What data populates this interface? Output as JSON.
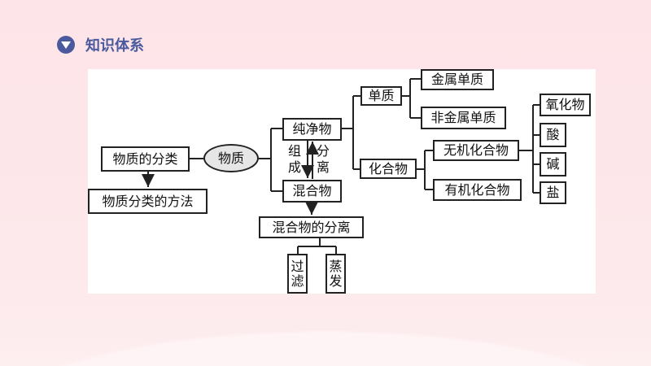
{
  "header": {
    "title": "知识体系",
    "icon": "triangle-down-circle-icon"
  },
  "diagram": {
    "classification": "物质的分类",
    "method": "物质分类的方法",
    "matter": "物质",
    "pure": "纯净物",
    "mixture": "混合物",
    "compose": [
      "组",
      "成"
    ],
    "separate": [
      "分",
      "离"
    ],
    "mixture_separation": "混合物的分离",
    "filtration": [
      "过",
      "滤"
    ],
    "evaporation": [
      "蒸",
      "发"
    ],
    "element": "单质",
    "metal_element": "金属单质",
    "nonmetal_element": "非金属单质",
    "compound": "化合物",
    "inorganic": "无机化合物",
    "organic": "有机化合物",
    "oxide": "氧化物",
    "acid": "酸",
    "base": "碱",
    "salt": "盐"
  }
}
